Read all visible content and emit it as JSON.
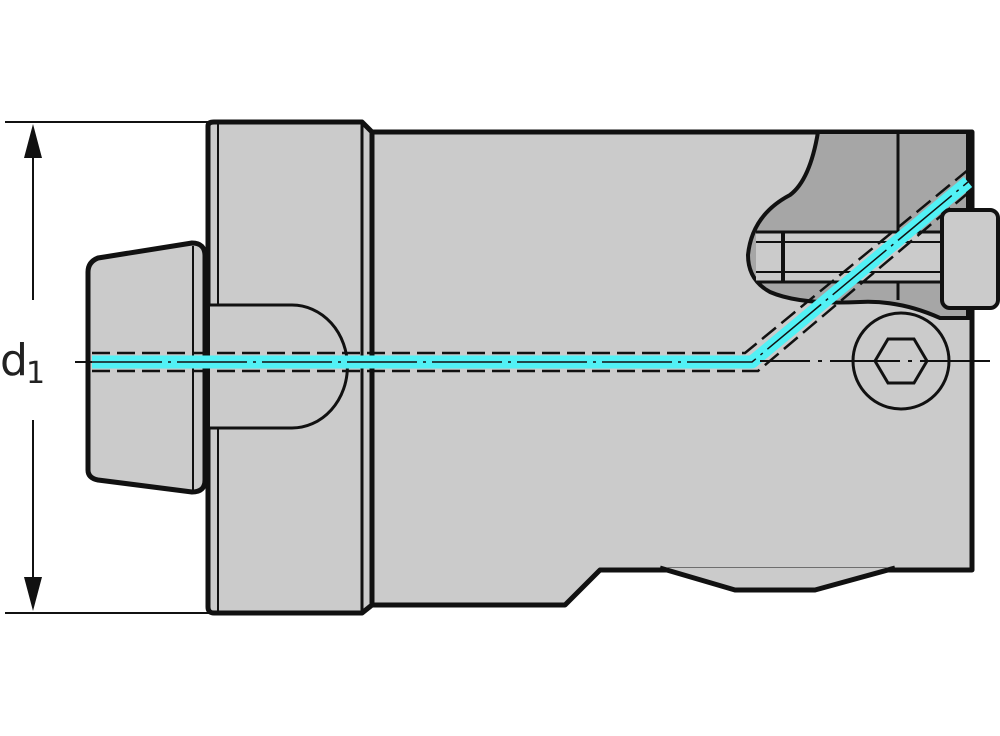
{
  "drawing": {
    "type": "technical-drawing",
    "subject": "tool holder adapter with coolant channel (side view)",
    "dimension": {
      "symbol": "d",
      "subscript": "1",
      "label": "d1"
    },
    "colors": {
      "body_fill": "#cbcbcb",
      "dark_fill": "#a6a6a6",
      "outline": "#111111",
      "coolant": "#52f1f5",
      "background": "#ffffff"
    }
  }
}
